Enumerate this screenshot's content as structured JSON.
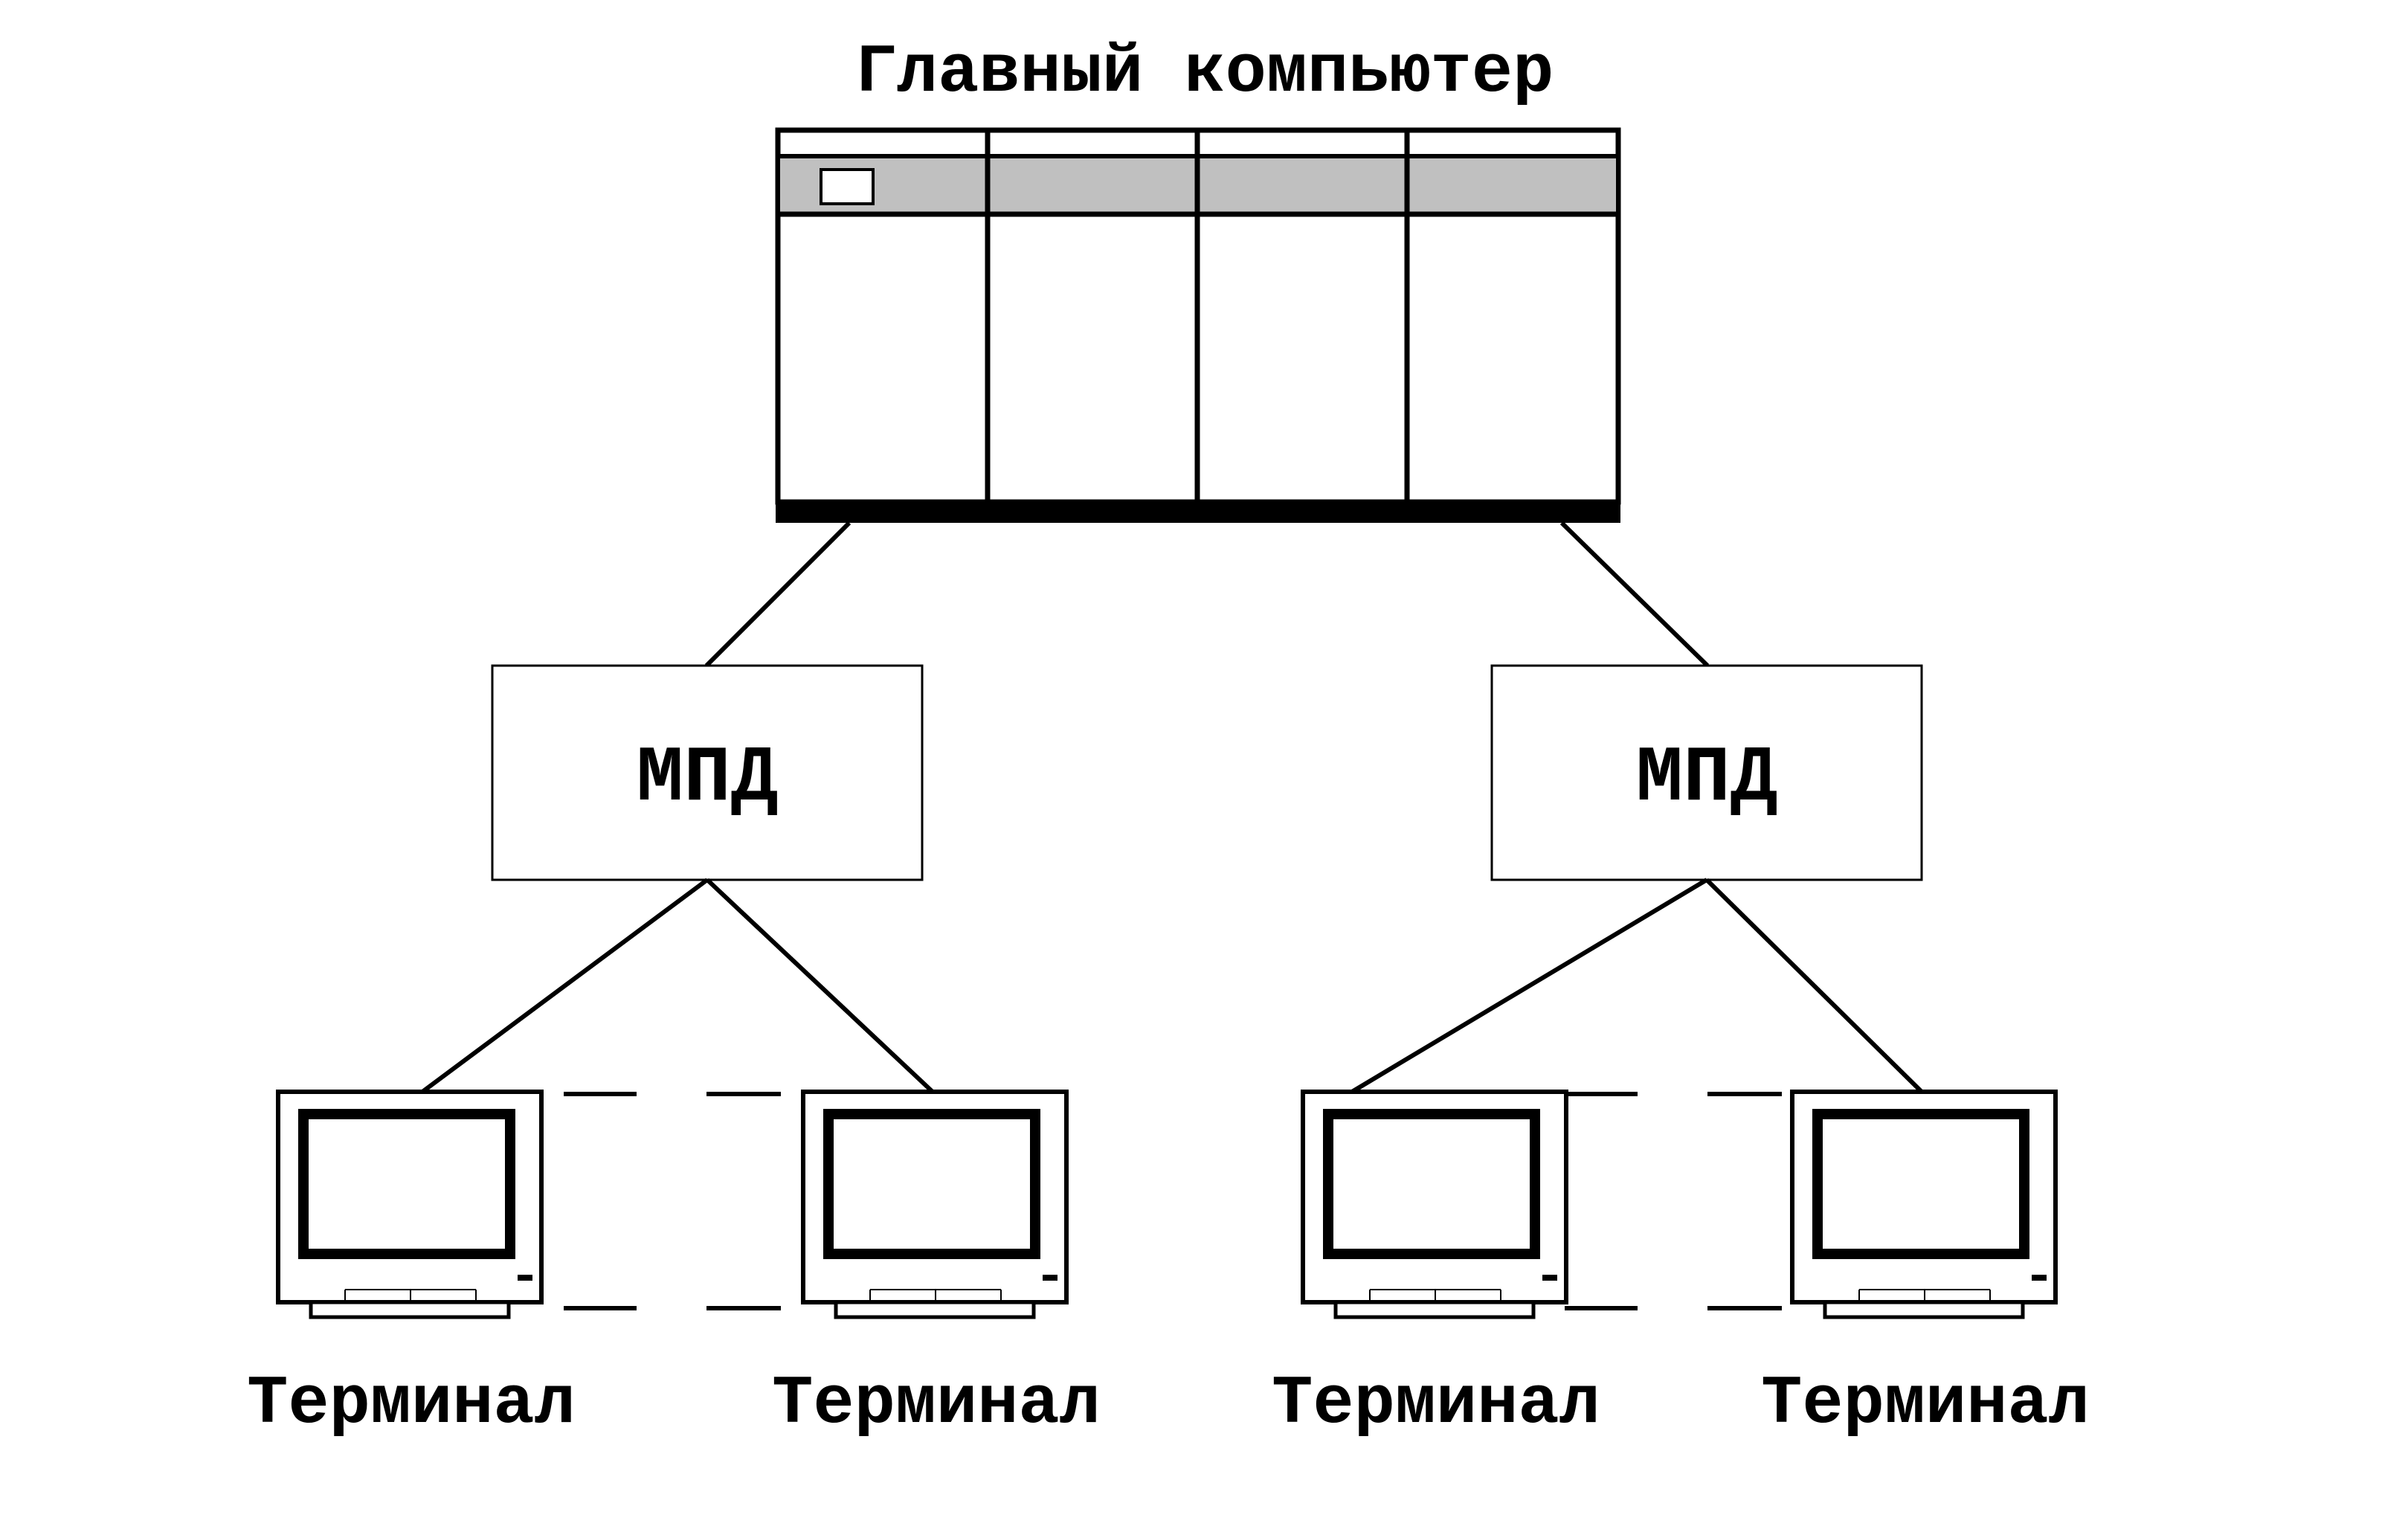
{
  "diagram": {
    "mainframe": {
      "label": "Главный компьютер"
    },
    "hubs": [
      {
        "label": "МПД"
      },
      {
        "label": "МПД"
      }
    ],
    "terminals": [
      {
        "label": "Терминал"
      },
      {
        "label": "Терминал"
      },
      {
        "label": "Терминал"
      },
      {
        "label": "Терминал"
      }
    ]
  },
  "colors": {
    "ink": "#000000",
    "panel": "#c0c0c0",
    "background": "#ffffff"
  }
}
